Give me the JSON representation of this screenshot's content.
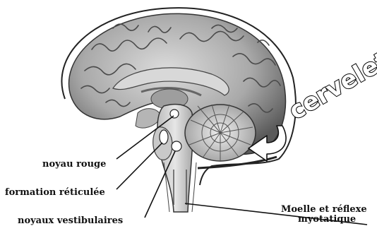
{
  "labels": {
    "cervelet": "cervelet",
    "noyau_rouge": "noyau rouge",
    "formation_reticulee": "formation réticulée",
    "noyaux_vestibulaires": "noyaux vestibulaires",
    "moelle_line1": "Moelle et réflexe",
    "moelle_line2": "myotatique"
  }
}
